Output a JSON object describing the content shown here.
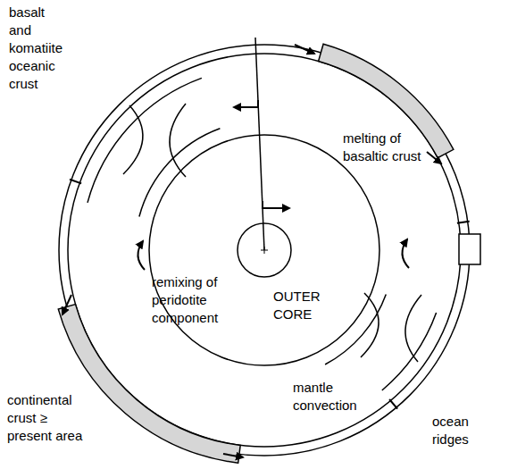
{
  "diagram": {
    "nodes": [
      {
        "text": [
          "OUTER CORE"
        ]
      }
    ],
    "labels": [
      "basalt and komatiite oceanic crust",
      "melting of basaltic crust",
      "remixing of peridotite component",
      "mantle convection",
      "continental crust ≥ present area",
      "ocean ridges"
    ]
  }
}
